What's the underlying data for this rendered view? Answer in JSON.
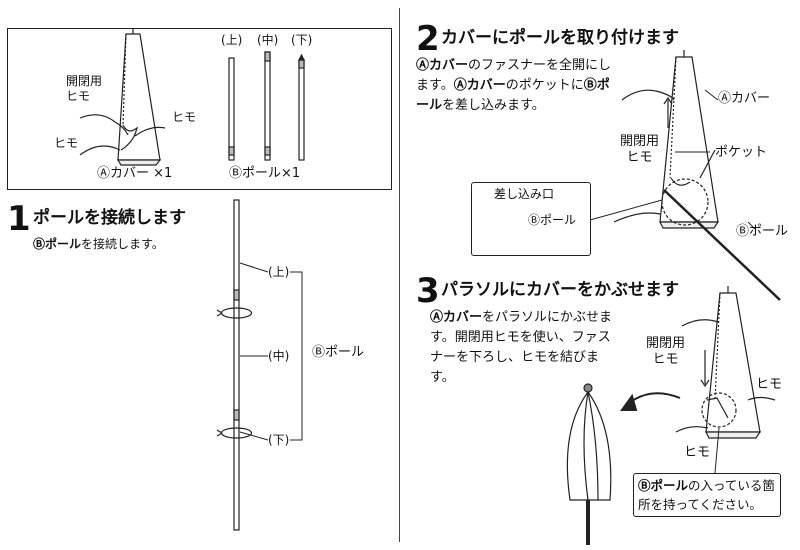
{
  "parts": {
    "cover_label": "Ⓐカバー ×1",
    "pole_label": "Ⓑポール×1",
    "pole_top": "(上)",
    "pole_mid": "(中)",
    "pole_bottom": "(下)",
    "label_open_cord": "開閉用\nヒモ",
    "label_cord_right": "ヒモ",
    "label_cord_left": "ヒモ"
  },
  "step1": {
    "number": "1",
    "title": "ポールを接続します",
    "text_bold": "Ⓑポール",
    "text_rest": "を接続します。",
    "label_top": "(上)",
    "label_mid": "(中)",
    "label_bottom": "(下)",
    "bracket_label": "Ⓑポール"
  },
  "step2": {
    "number": "2",
    "title": "カバーにポールを取り付けます",
    "text_1b": "Ⓐカバー",
    "text_1": "のファスナーを全開にします。",
    "text_2b": "Ⓐカバー",
    "text_2": "のポケットに",
    "text_3b": "Ⓑポール",
    "text_3": "を差し込みます。",
    "label_cover": "Ⓐカバー",
    "label_open_cord": "開閉用\nヒモ",
    "label_pocket": "ポケット",
    "label_pole": "Ⓑポール",
    "inset_title": "差し込み口",
    "inset_pole": "Ⓑポール"
  },
  "step3": {
    "number": "3",
    "title": "パラソルにカバーをかぶせます",
    "text_1b": "Ⓐカバー",
    "text_1": "をパラソルにかぶせます。開閉用ヒモを使い、ファスナーを下ろし、ヒモを結びます。",
    "label_open_cord": "開閉用\nヒモ",
    "label_cord_right": "ヒモ",
    "label_cord_left": "ヒモ",
    "note_bold": "Ⓑポール",
    "note_rest": "の入っている箇所を持ってください。"
  }
}
